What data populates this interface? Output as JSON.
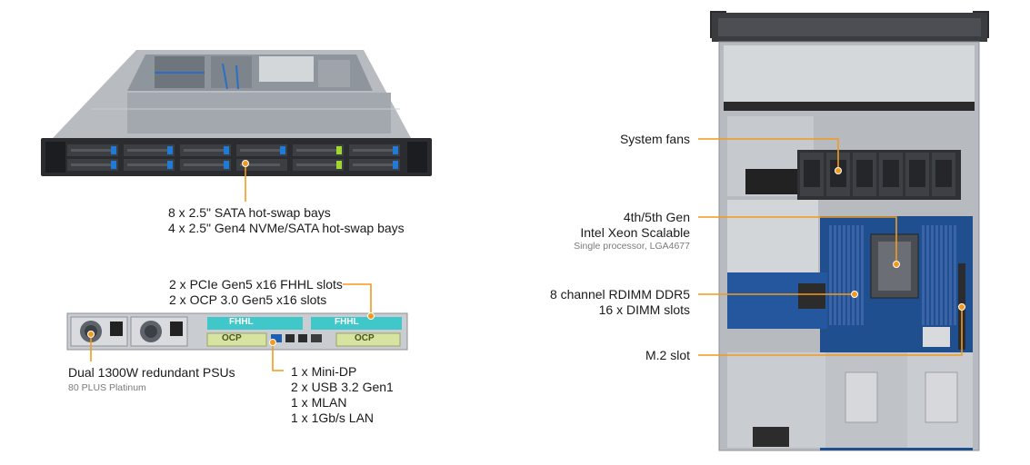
{
  "front": {
    "lines": [
      "8 x 2.5\" SATA hot-swap bays",
      "4 x 2.5\" Gen4 NVMe/SATA hot-swap bays"
    ]
  },
  "rear_top": {
    "lines": [
      "2 x PCIe Gen5 x16 FHHL slots",
      "2 x OCP 3.0 Gen5 x16 slots"
    ],
    "slot_fhhl": "FHHL",
    "slot_ocp": "OCP"
  },
  "psu": {
    "title": "Dual 1300W redundant PSUs",
    "sub": "80 PLUS Platinum"
  },
  "io": {
    "lines": [
      "1 x Mini-DP",
      "2 x USB 3.2 Gen1",
      "1 x MLAN",
      "1 x 1Gb/s LAN"
    ]
  },
  "callouts": {
    "fans": "System fans",
    "cpu_line1": "4th/5th Gen",
    "cpu_line2": "Intel Xeon Scalable",
    "cpu_sub": "Single processor, LGA4677",
    "mem_line1": "8 channel RDIMM DDR5",
    "mem_line2": "16 x DIMM slots",
    "m2": "M.2 slot"
  },
  "colors": {
    "accent": "#f39a1e",
    "chassis": "#2b2b2b",
    "chassis_light": "#a9adb2",
    "board": "#1f4f8f",
    "dimm": "#3a63a8",
    "bay_blue": "#1f7ad8",
    "bay_green": "#9fd82f",
    "riser": "#3fc7c9",
    "ocp": "#d7e3a0"
  }
}
